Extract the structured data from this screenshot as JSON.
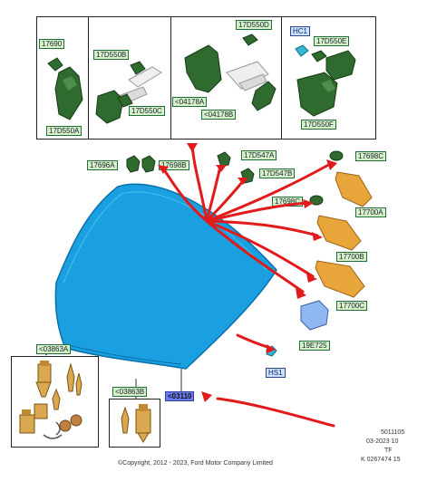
{
  "colors": {
    "windshield": "#1aa0e0",
    "windshield_edge": "#0b6fa8",
    "bracket_green": "#2f6b2f",
    "arrow_red": "#e11b1b",
    "amber_part": "#e8a53a",
    "label_green_bg": "#d8f0c8",
    "label_blue_bg": "#cde0ff",
    "highlight_blue": "#6f7cf0"
  },
  "top_panel": {
    "box1": {
      "label_top": "17690",
      "label_bottom": "17D550A"
    },
    "box2": {
      "label_top": "17D550B",
      "label_bottom": "17D550C"
    },
    "box3": {
      "label_top": "17D550D",
      "label_left": "<04178A",
      "label_bottom": "<04178B"
    },
    "box4": {
      "label_top_left": "HC1",
      "label_top_right": "17D550E",
      "label_bottom": "17D550F"
    }
  },
  "parts": {
    "p17696A": "17696A",
    "p17698B": "17698B",
    "p17D547A": "17D547A",
    "p17D547B": "17D547B",
    "p17698C_top": "17698C",
    "p17700A": "17700A",
    "p17698C_mid": "17698C",
    "p17700B": "17700B",
    "p17700C": "17700C",
    "p19E725": "19E725",
    "pHS1": "HS1"
  },
  "kits": {
    "kit_left": {
      "label": "<03863A"
    },
    "kit_small": {
      "label": "<03863B"
    }
  },
  "highlighted_part": "<03110",
  "footer": {
    "code1": "5011105",
    "code2": "03-2023 10",
    "code3": "TF",
    "code4": "K 0267474 15",
    "copyright": "©Copyright, 2012 - 2023, Ford Motor Company Limited"
  }
}
